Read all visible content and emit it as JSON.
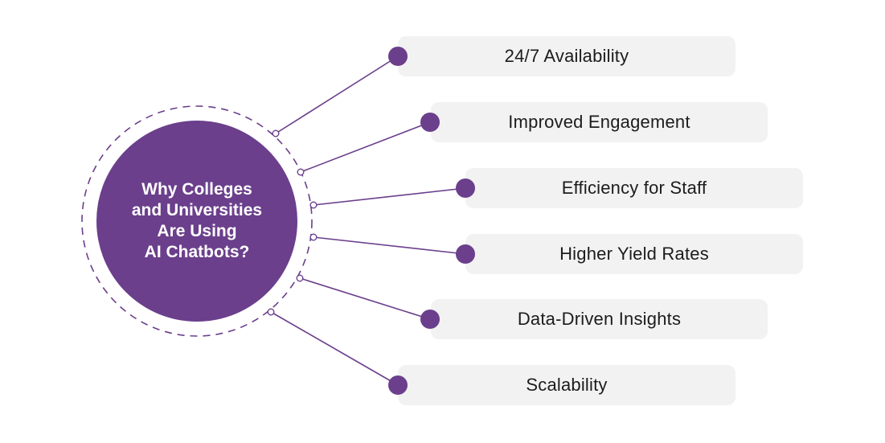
{
  "colors": {
    "accent": "#6b3f8c",
    "line": "#6b3f8c",
    "pill_bg": "#f2f2f2",
    "text": "#1c1c1c",
    "center_text": "#ffffff"
  },
  "center": {
    "title": "Why Colleges\nand Universities\nAre Using\nAI Chatbots?"
  },
  "items": [
    {
      "label": "24/7 Availability"
    },
    {
      "label": "Improved Engagement"
    },
    {
      "label": "Efficiency for Staff"
    },
    {
      "label": "Higher Yield Rates"
    },
    {
      "label": "Data-Driven Insights"
    },
    {
      "label": "Scalability"
    }
  ]
}
